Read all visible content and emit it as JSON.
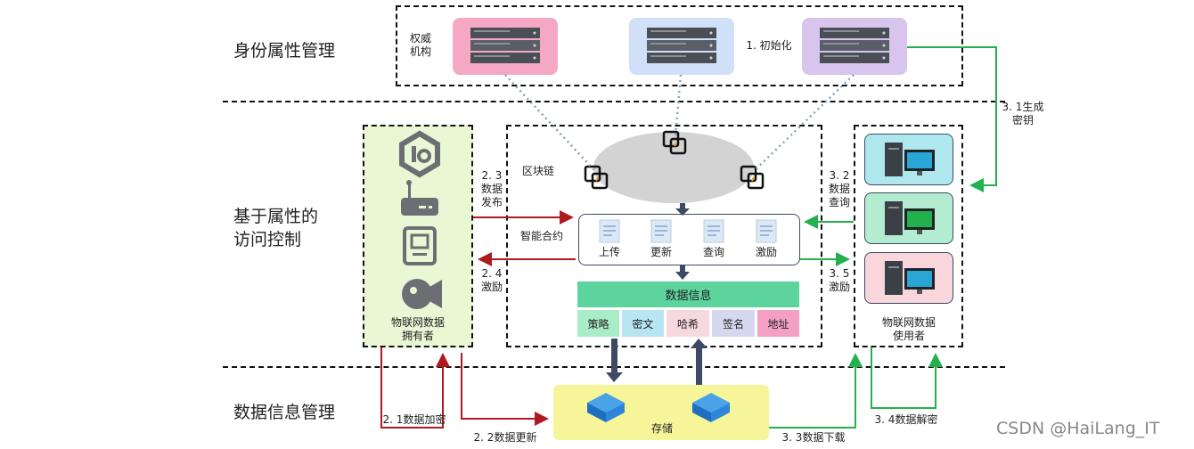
{
  "sections": {
    "identity": "身份属性管理",
    "access": "基于属性的\n访问控制",
    "data": "数据信息管理"
  },
  "authority": {
    "label": "权威\n机构",
    "init": "1. 初始化",
    "tile_colors": [
      "#f5a8c4",
      "#cfe0f8",
      "#d8c5ee"
    ]
  },
  "keygen": "3. 1生成\n密钥",
  "blockchain": {
    "label": "区块链"
  },
  "contract": {
    "label": "智能合约",
    "items": [
      "上传",
      "更新",
      "查询",
      "激励"
    ]
  },
  "datainfo": {
    "title": "数据信息",
    "fields": [
      "策略",
      "密文",
      "哈希",
      "签名",
      "地址"
    ],
    "field_colors": [
      "#a8ecc8",
      "#b7e6f2",
      "#f6d8e0",
      "#d6d8ef",
      "#f3a0c4"
    ]
  },
  "owner": {
    "label": "物联网数据\n拥有者"
  },
  "user": {
    "label": "物联网数据\n使用者",
    "tile_colors": [
      "#aee8ee",
      "#b4ecd2",
      "#f8d6dc"
    ]
  },
  "arrows": {
    "a23": "2. 3\n数据\n发布",
    "a24": "2. 4\n激励",
    "a32": "3. 2\n数据\n查询",
    "a35": "3. 5\n激励",
    "a21": "2. 1数据加密",
    "a22": "2. 2数据更新",
    "a33": "3. 3数据下载",
    "a34": "3. 4数据解密"
  },
  "storage": {
    "label": "存储"
  },
  "watermark": "CSDN @HaiLang_IT",
  "colors": {
    "red": "#b0191e",
    "green": "#22b14c",
    "navy": "#3c4a63",
    "owner_bg": "#eaf7d4",
    "storage_bg": "#f7f59a"
  }
}
